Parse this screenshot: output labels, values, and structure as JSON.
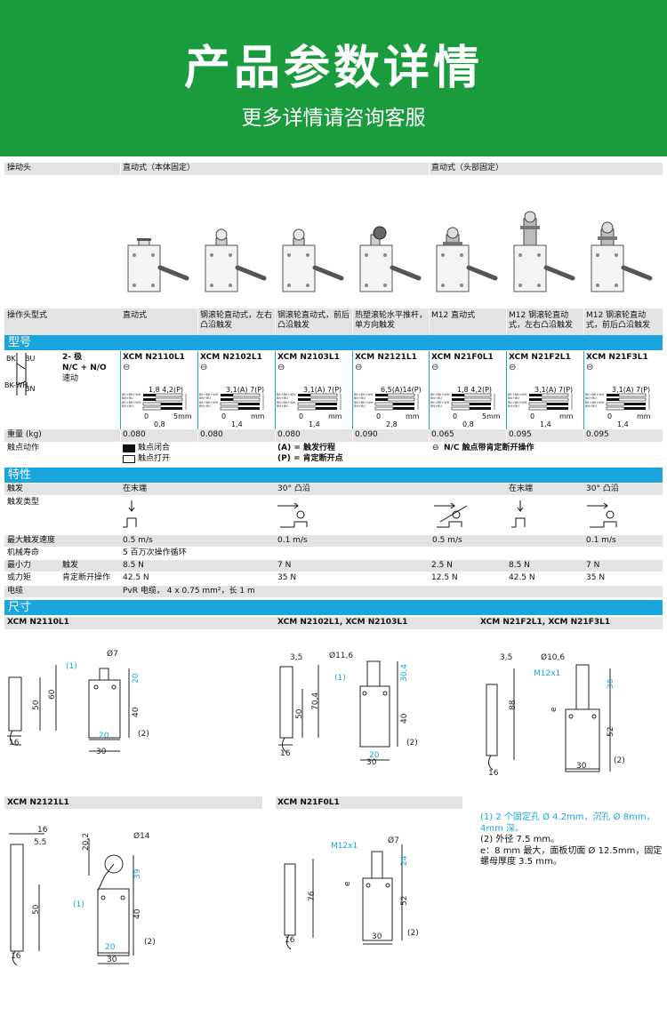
{
  "banner": {
    "title": "产品参数详情",
    "subtitle": "更多详情请咨询客服"
  },
  "head_row": {
    "label": "操动头",
    "group1": "直动式（本体固定）",
    "group2": "直动式（头部固定）"
  },
  "head_types": {
    "label": "操作头型式",
    "items": [
      "直动式",
      "钢滚轮直动式，左右凸沿触发",
      "钢滚轮直动式，前后凸沿触发",
      "热塑滚轮水平推杆，单方向触发",
      "M12 直动式",
      "M12 钢滚轮直动式，左右凸沿触发",
      "M12 钢滚轮直动式，前后凸沿触发"
    ]
  },
  "section_model": "型号",
  "contacts": {
    "bk": "BK",
    "bu": "BU",
    "bkwh": "BK-WH",
    "bn": "BN",
    "pole": "2- 极",
    "no": "N/C + N/O",
    "speed": "速动"
  },
  "models": [
    "XCM N2110L1",
    "XCM N2102L1",
    "XCM N2103L1",
    "XCM N2121L1",
    "XCM N21F0L1",
    "XCM N21F2L1",
    "XCM N21F3L1"
  ],
  "diagrams": [
    {
      "top": "1,8  4,2(P)",
      "bot": "0,8",
      "unit": "5mm"
    },
    {
      "top": "3,1(A)  7(P)",
      "bot": "1,4",
      "unit": "mm"
    },
    {
      "top": "3,1(A)  7(P)",
      "bot": "1,4",
      "unit": "mm"
    },
    {
      "top": "6,5(A)14(P)",
      "bot": "2,8",
      "unit": "mm"
    },
    {
      "top": "1,8  4,2(P)",
      "bot": "0,8",
      "unit": "5mm"
    },
    {
      "top": "3,1(A)  7(P)",
      "bot": "1,4",
      "unit": "mm"
    },
    {
      "top": "3,1(A)  7(P)",
      "bot": "1,4",
      "unit": "mm"
    }
  ],
  "weight": {
    "label": "重量 (kg)",
    "values": [
      "0.080",
      "0.080",
      "0.080",
      "0.090",
      "0.065",
      "0.095",
      "0.095"
    ]
  },
  "contact_action": {
    "label": "触点动作",
    "closed": "触点闭合",
    "open": "触点打开",
    "a": "(A) = 触发行程",
    "p": "(P) = 肯定断开点",
    "nc": "N/C 触点带肯定断开操作"
  },
  "section_char": "特性",
  "trigger": {
    "label": "触发",
    "v1": "在末端",
    "v2": "30° 凸沿",
    "v3": "在末端",
    "v4": "30° 凸沿"
  },
  "trigger_type": {
    "label": "触发类型"
  },
  "max_speed": {
    "label": "最大触发速度",
    "v1": "0.5 m/s",
    "v2": "0.1 m/s",
    "v3": "0.5 m/s",
    "v4": "0.1 m/s"
  },
  "life": {
    "label": "机械寿命",
    "value": "5 百万次操作循环"
  },
  "min_force": {
    "label1": "最小力",
    "label2": "或力矩",
    "trig": "触发",
    "open": "肯定断开操作",
    "t": [
      "8.5 N",
      "7 N",
      "2.5 N",
      "8.5 N",
      "7 N"
    ],
    "o": [
      "42.5 N",
      "35 N",
      "12.5 N",
      "42.5 N",
      "35 N"
    ]
  },
  "cable": {
    "label": "电缆",
    "value": "PvR 电缆，  4 x 0.75 mm²，长 1 m"
  },
  "section_dim": "尺寸",
  "dim_titles": [
    "XCM N2110L1",
    "XCM N2102L1, XCM N2103L1",
    "XCM N21F2L1, XCM N21F3L1",
    "XCM N2121L1",
    "XCM N21F0L1"
  ],
  "notes": {
    "n1": "(1) 2 个固定孔 Ø 4.2mm，沉孔 Ø 8mm，4mm 深。",
    "n2": "(2) 外径 7.5 mm。",
    "n3": "e：8 mm 最大，面板切面 Ø 12.5mm，固定螺母厚度 3.5 mm。"
  },
  "colors": {
    "green": "#1a9b3e",
    "blue": "#1aa5de",
    "gray": "#e3e3e3"
  }
}
